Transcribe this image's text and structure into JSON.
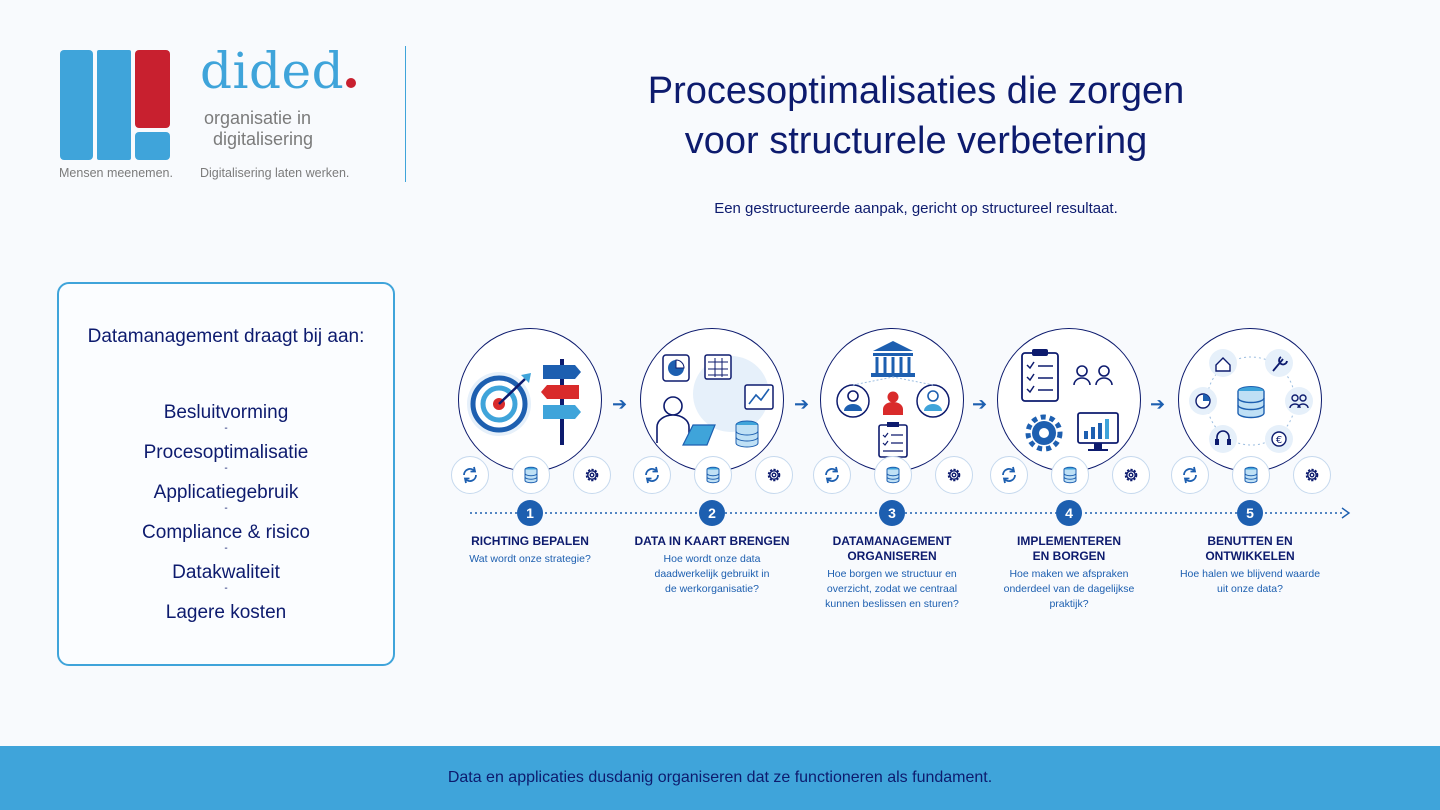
{
  "logo": {
    "word": "dided",
    "sub_line1": "organisatie in",
    "sub_line2": "digitalisering",
    "tagline_left": "Mensen meenemen.",
    "tagline_right": "Digitalisering laten werken.",
    "colors": {
      "blue": "#3fa4da",
      "red": "#c8202f",
      "grey": "#7b7b7b"
    }
  },
  "title": {
    "line1": "Procesoptimalisaties die zorgen",
    "line2": "voor structurele verbetering"
  },
  "subtitle": "Een gestructureerde aanpak, gericht op structureel resultaat.",
  "benefits": {
    "heading": "Datamanagement draagt bij aan:",
    "separator": "-",
    "items": [
      "Besluitvorming",
      "Procesoptimalisatie",
      "Applicatiegebruik",
      "Compliance & risico",
      "Datakwaliteit",
      "Lagere kosten"
    ]
  },
  "steps": [
    {
      "number": "1",
      "title_line1": "RICHTING BEPALEN",
      "title_line2": "",
      "q1": "Wat wordt onze strategie?",
      "q2": "",
      "q3": "",
      "icon": "target-signpost-icon"
    },
    {
      "number": "2",
      "title_line1": "DATA IN KAART BRENGEN",
      "title_line2": "",
      "q1": "Hoe wordt onze data",
      "q2": "daadwerkelijk gebruikt in",
      "q3": "de werkorganisatie?",
      "icon": "person-laptop-charts-icon"
    },
    {
      "number": "3",
      "title_line1": "DATAMANAGEMENT",
      "title_line2": "ORGANISEREN",
      "q1": "Hoe borgen we structuur en",
      "q2": "overzicht, zodat we centraal",
      "q3": "kunnen beslissen en sturen?",
      "icon": "organisation-people-icon"
    },
    {
      "number": "4",
      "title_line1": "IMPLEMENTEREN",
      "title_line2": "EN BORGEN",
      "q1": "Hoe maken we afspraken",
      "q2": "onderdeel van de dagelijkse",
      "q3": "praktijk?",
      "icon": "checklist-gear-dashboard-icon"
    },
    {
      "number": "5",
      "title_line1": "BENUTTEN EN",
      "title_line2": "ONTWIKKELEN",
      "q1": "Hoe halen we blijvend waarde",
      "q2": "uit onze data?",
      "q3": "",
      "icon": "database-hub-icon"
    }
  ],
  "footer": "Data en applicaties dusdanig organiseren dat ze functioneren als fundament.",
  "colors": {
    "navy": "#0d1b6e",
    "accent_blue": "#3fa4da",
    "step_blue": "#1d5fb0",
    "red": "#d92b2b"
  }
}
